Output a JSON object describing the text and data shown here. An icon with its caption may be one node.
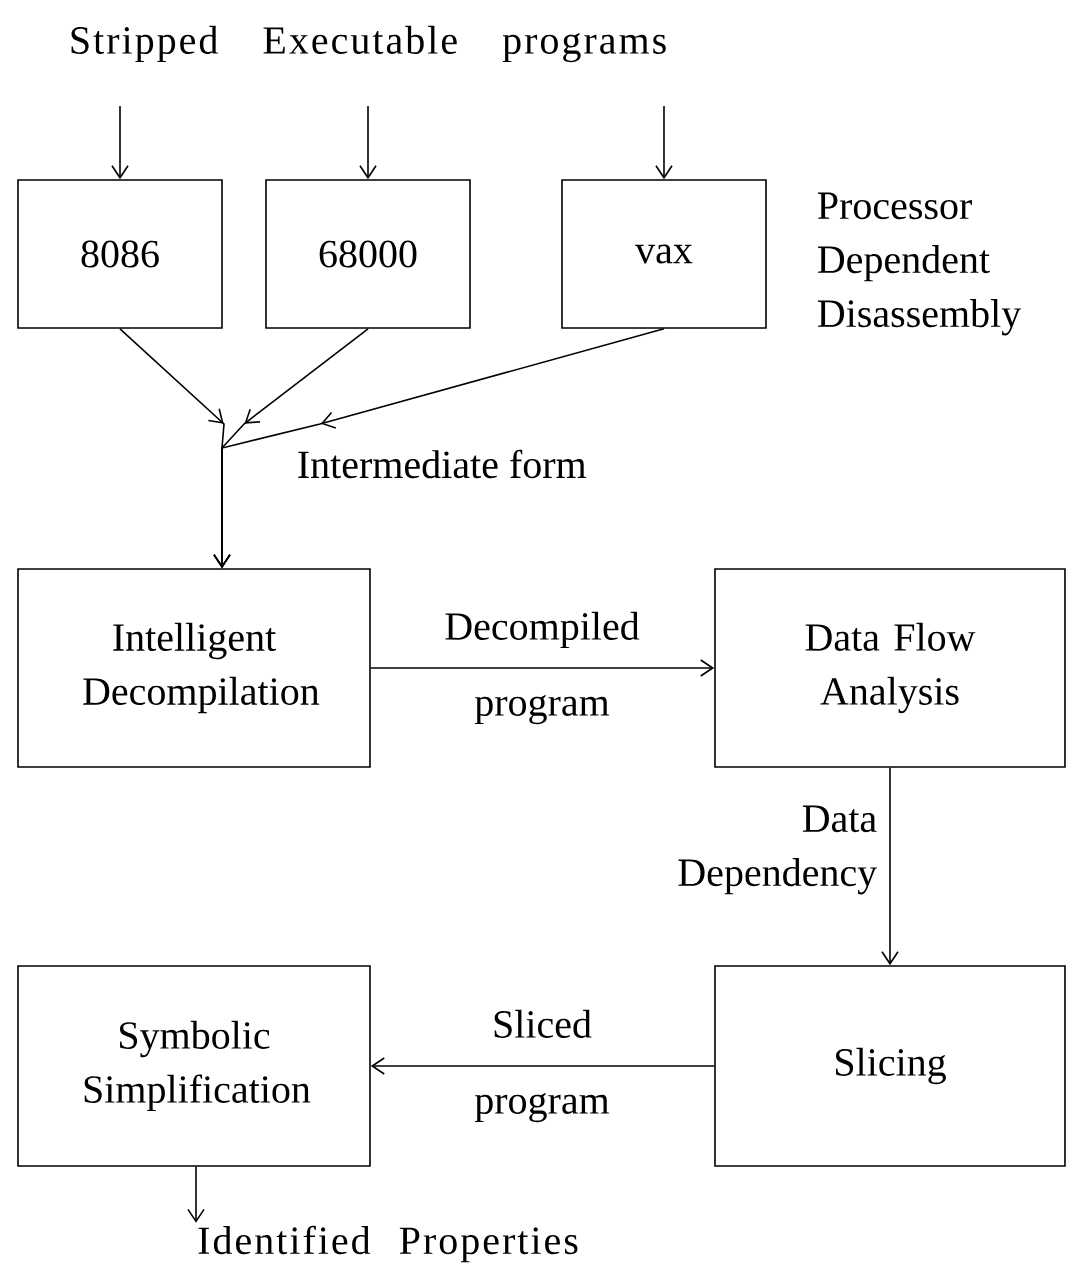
{
  "diagram": {
    "nodes": [
      {
        "text": [
          "Stripped Executable programs"
        ]
      },
      {
        "text": [
          "8086"
        ]
      },
      {
        "text": [
          "68000"
        ]
      },
      {
        "text": [
          "vax"
        ]
      },
      {
        "text": [
          "Intelligent Decompilation"
        ]
      },
      {
        "text": [
          "Data Flow Analysis"
        ]
      },
      {
        "text": [
          "Slicing"
        ]
      },
      {
        "text": [
          "Symbolic Simplification"
        ]
      },
      {
        "text": [
          "Identified Properties"
        ]
      }
    ],
    "edges": [
      {
        "from": 0,
        "to": 1,
        "arrow": "to"
      },
      {
        "from": 0,
        "to": 2,
        "arrow": "to"
      },
      {
        "from": 0,
        "to": 3,
        "arrow": "to"
      },
      {
        "from": 1,
        "to": 4,
        "arrow": "to"
      },
      {
        "from": 2,
        "to": 4,
        "arrow": "to"
      },
      {
        "from": 3,
        "to": 4,
        "arrow": "to"
      },
      {
        "from": 4,
        "to": 5,
        "arrow": "to",
        "label": "Decompiled program"
      },
      {
        "from": 5,
        "to": 6,
        "arrow": "to",
        "label": "Data Dependency"
      },
      {
        "from": 6,
        "to": 7,
        "arrow": "to",
        "label": "Sliced program"
      },
      {
        "from": 7,
        "to": 8,
        "arrow": "to"
      }
    ],
    "labels": [
      "Processor Dependent Disassembly",
      "Intermediate form"
    ]
  }
}
